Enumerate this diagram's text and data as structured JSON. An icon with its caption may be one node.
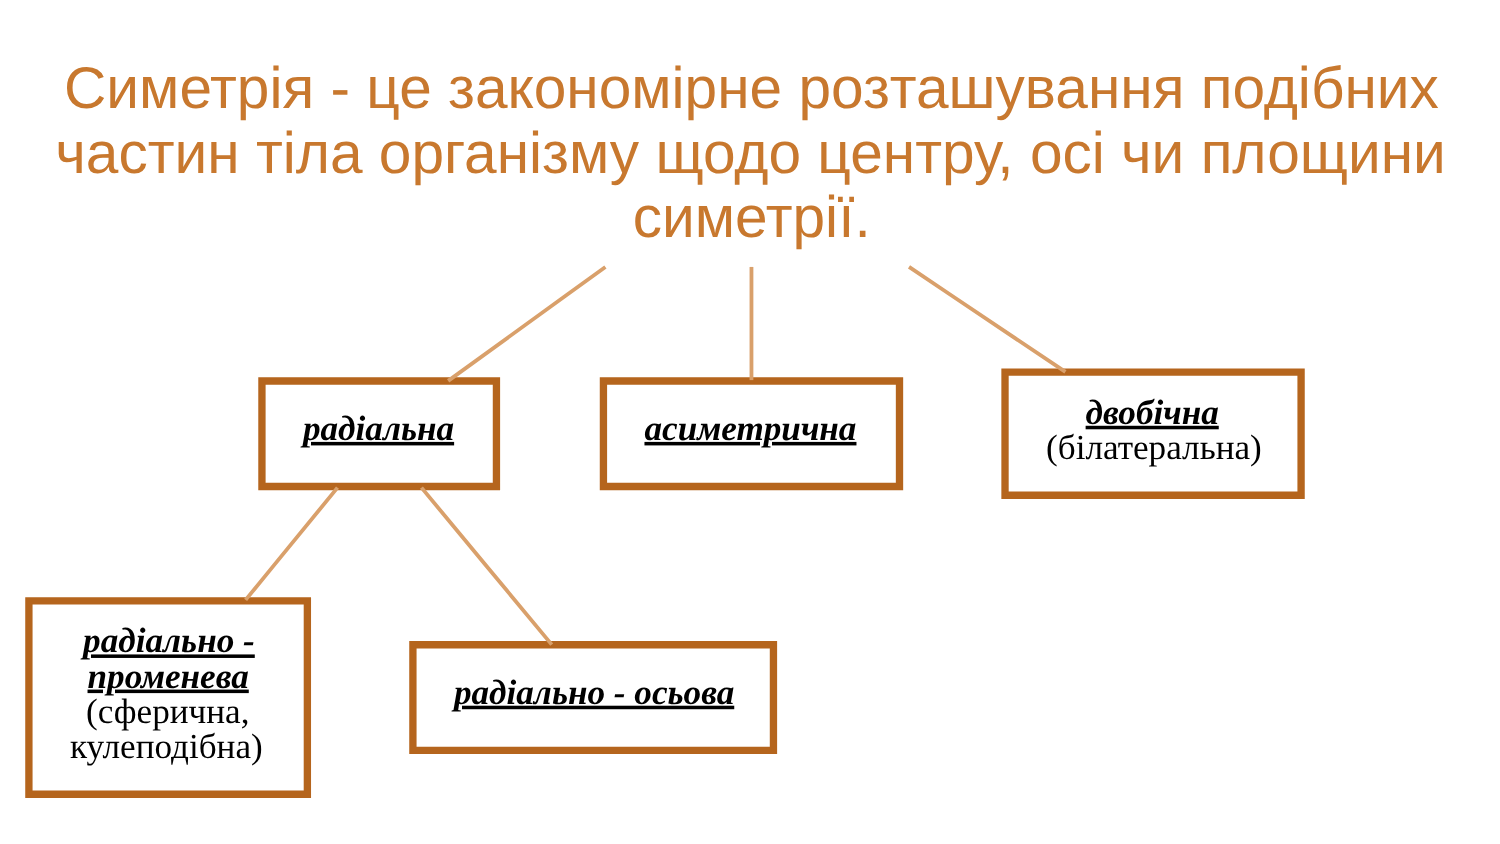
{
  "diagram": {
    "nodes": [
      {
        "text": [
          "Симетрія - це закономірне розташування подібних частин тіла організму щодо центру, осі чи площини симетрії."
        ]
      },
      {
        "text": [
          "радіальна"
        ]
      },
      {
        "text": [
          "асиметрична"
        ]
      },
      {
        "text": [
          "двобічна",
          "(білатеральна)"
        ]
      },
      {
        "text": [
          "радіально - променева",
          "(сферична, кулеподібна)"
        ]
      },
      {
        "text": [
          "радіально - осьова"
        ]
      }
    ],
    "edges": [
      {
        "from": 0,
        "to": 1,
        "arrow": "none"
      },
      {
        "from": 0,
        "to": 2,
        "arrow": "none"
      },
      {
        "from": 0,
        "to": 3,
        "arrow": "none"
      },
      {
        "from": 1,
        "to": 4,
        "arrow": "none"
      },
      {
        "from": 1,
        "to": 5,
        "arrow": "none"
      }
    ]
  }
}
